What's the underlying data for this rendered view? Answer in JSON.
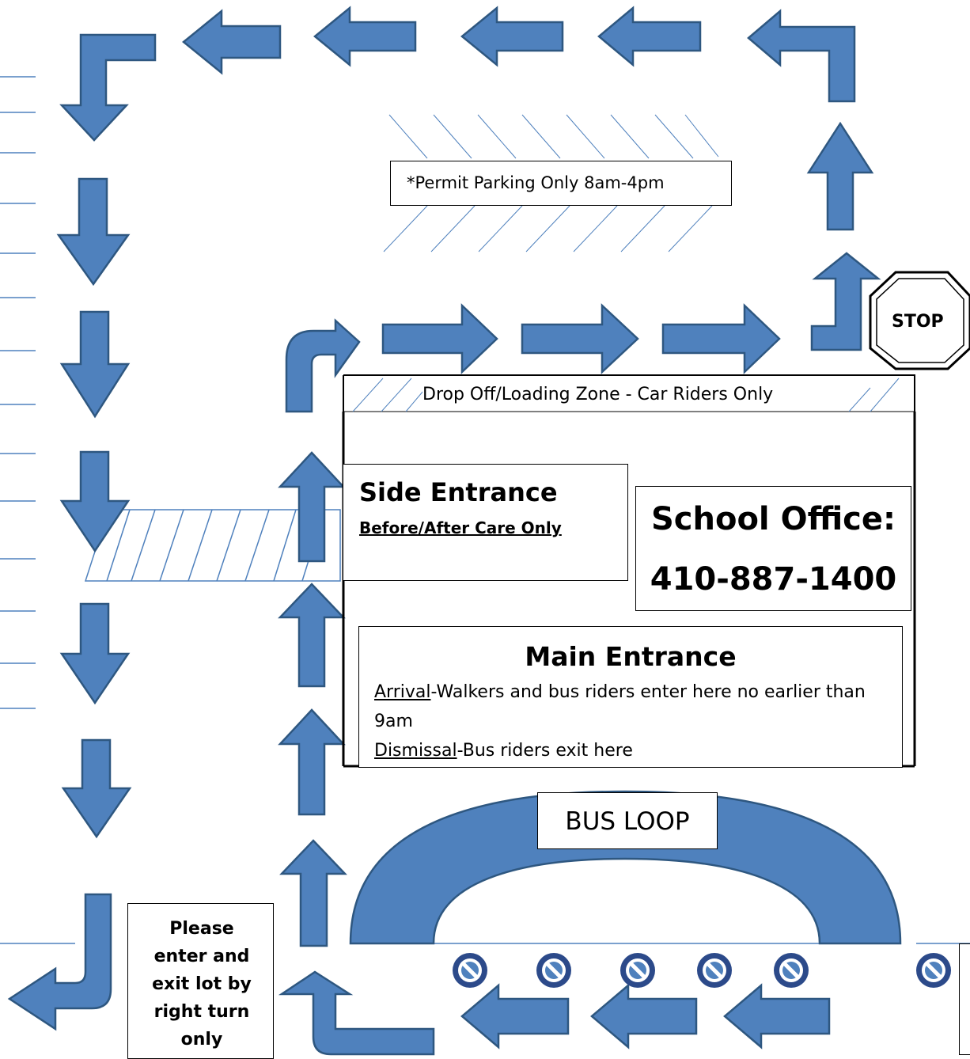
{
  "colors": {
    "arrow_fill": "#4f81bd",
    "arrow_stroke": "#2e5780",
    "line": "#4f81bd",
    "no_symbol": "#2c4a8a"
  },
  "permit": {
    "text": "*Permit Parking Only 8am-4pm"
  },
  "stop_sign": {
    "text": "STOP"
  },
  "dropoff": {
    "text": "Drop Off/Loading Zone - Car Riders Only"
  },
  "side_entrance": {
    "title": "Side Entrance",
    "subtitle": "Before/After Care Only"
  },
  "office": {
    "label": "School Office:",
    "phone": "410-887-1400"
  },
  "main_entrance": {
    "title": "Main Entrance",
    "arrival_label": "Arrival",
    "arrival_text": "-Walkers and bus riders enter here no earlier than 9am",
    "dismissal_label": "Dismissal",
    "dismissal_text": "-Bus riders exit here"
  },
  "bus_loop": {
    "label": "BUS LOOP"
  },
  "right_turn_note": {
    "text": "Please enter and exit lot by right turn only"
  },
  "icons": {
    "arrow": "arrow-icon",
    "no_entry": "no-entry-icon",
    "stop": "stop-sign-icon"
  }
}
